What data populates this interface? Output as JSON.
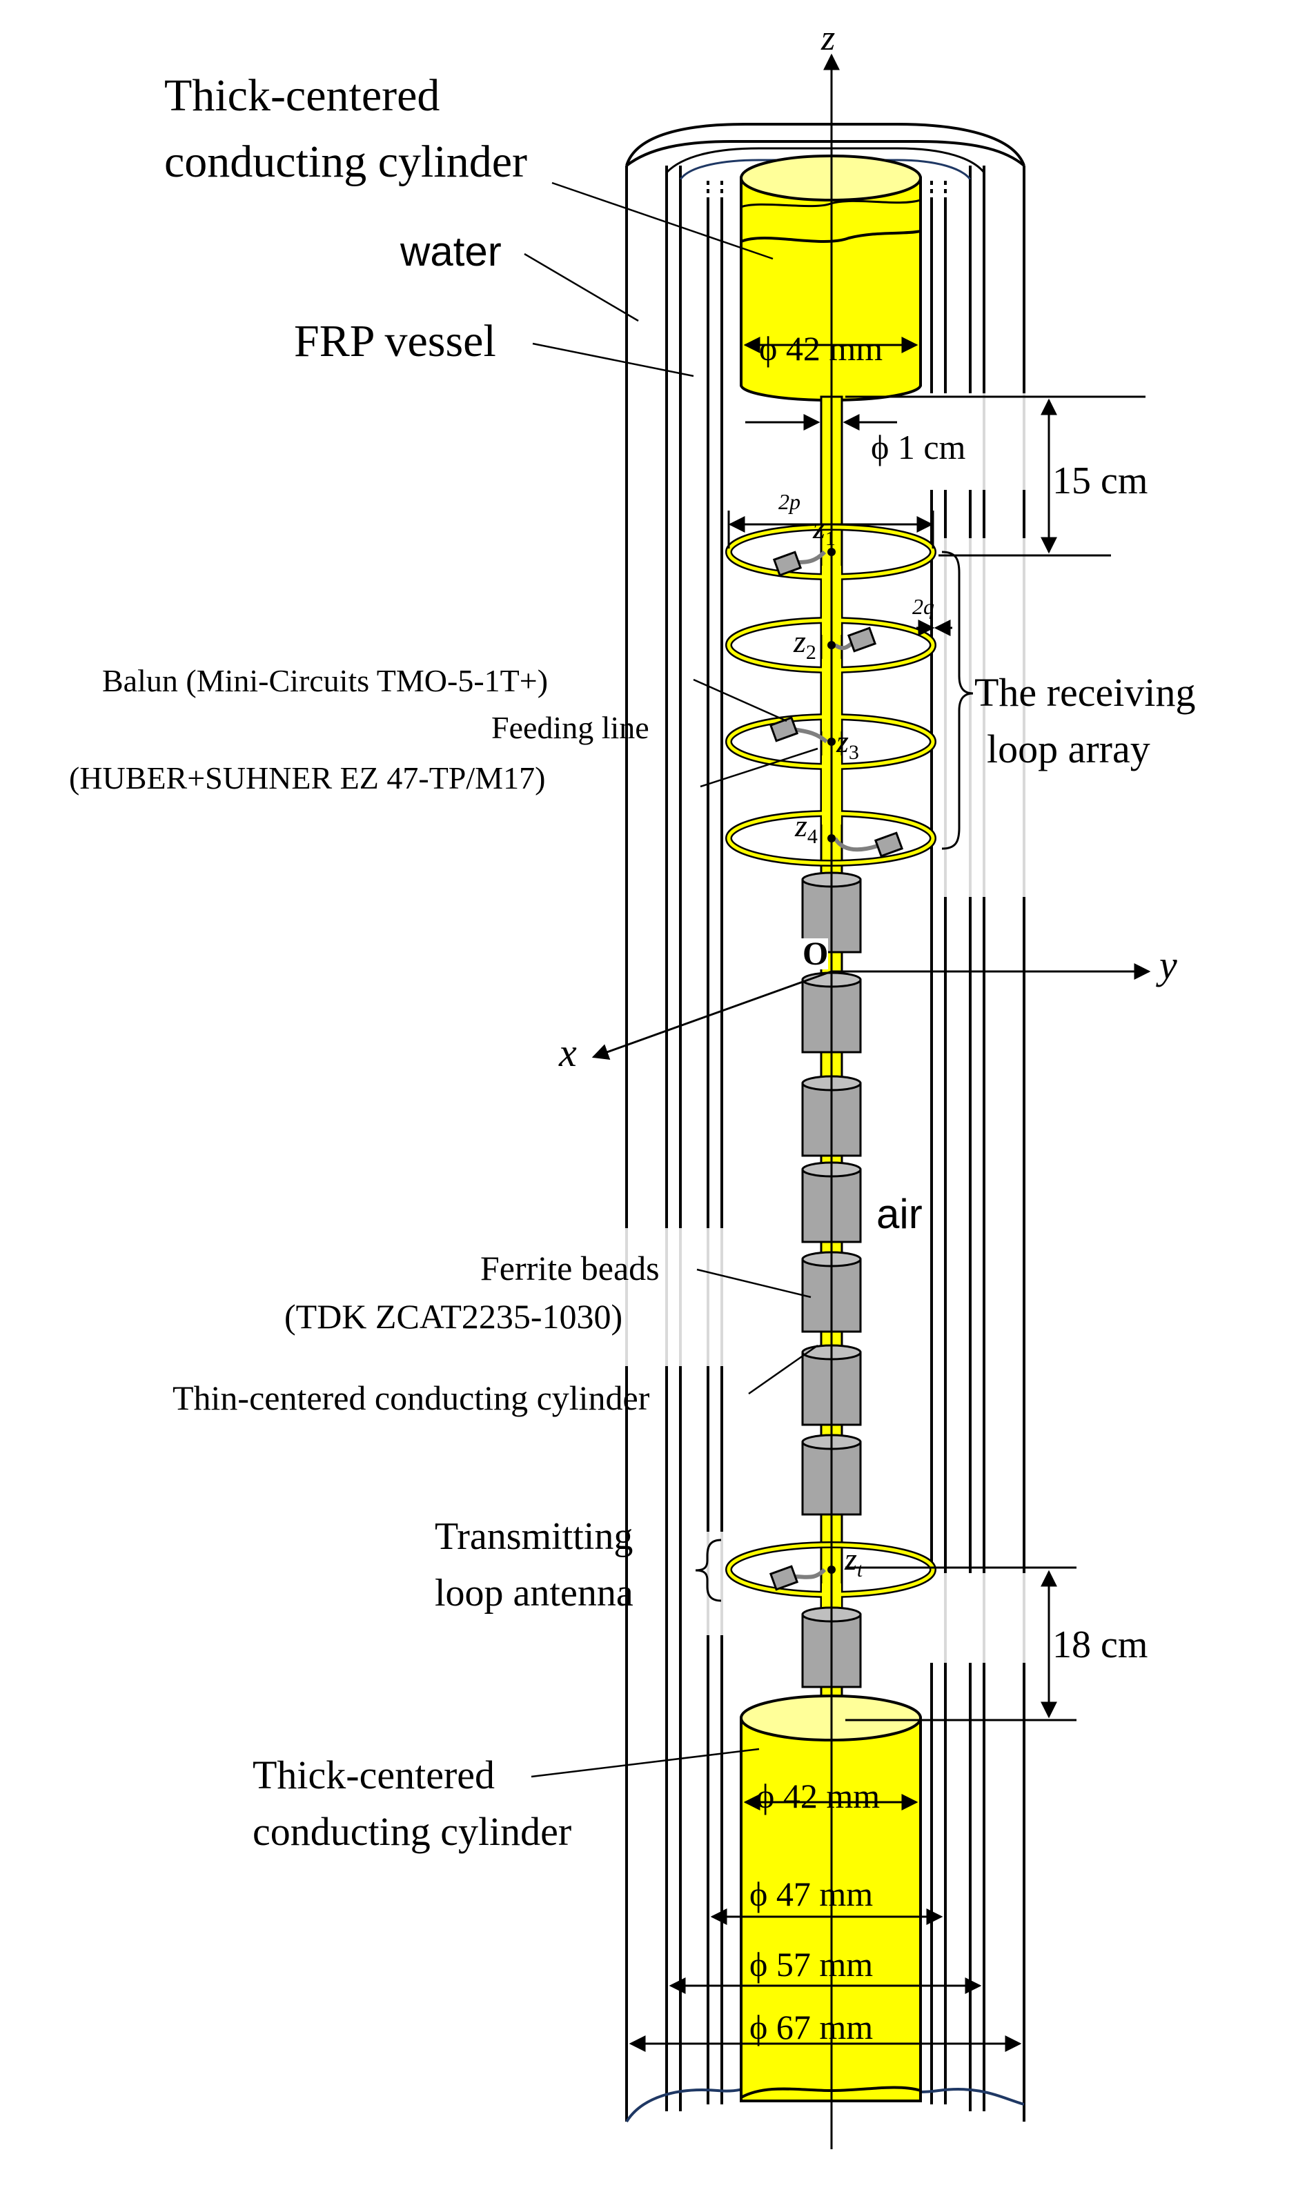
{
  "colors": {
    "conductor": "#ffff00",
    "conductor_light": "#ffff99",
    "bead": "#a6a6a6",
    "bead_dark": "#7f7f7f",
    "line": "#000000",
    "vessel_top": "#1f3864"
  },
  "axes": {
    "z": "z",
    "y": "y",
    "x": "x",
    "origin": "O"
  },
  "labels": {
    "thick_cyl_top_1": "Thick-centered",
    "thick_cyl_top_2": "conducting cylinder",
    "water": "water",
    "frp": "FRP vessel",
    "air": "air",
    "balun": "Balun (Mini-Circuits TMO-5-1T+)",
    "feed_1": "Feeding line",
    "feed_2": "(HUBER+SUHNER EZ 47-TP/M17)",
    "recv_1": "The receiving",
    "recv_2": "loop array",
    "ferrite_1": "Ferrite beads",
    "ferrite_2": "(TDK ZCAT2235-1030)",
    "thin_cyl": "Thin-centered conducting cylinder",
    "tx_1": "Transmitting",
    "tx_2": "loop antenna",
    "thick_cyl_bot_1": "Thick-centered",
    "thick_cyl_bot_2": "conducting cylinder"
  },
  "dimensions": {
    "d42_top": "ϕ 42 mm",
    "d1cm": "ϕ 1 cm",
    "h15": "15 cm",
    "two_p": "2p",
    "two_q": "2q",
    "h18": "18 cm",
    "d42_bot": "ϕ 42 mm",
    "d47": "ϕ 47 mm",
    "d57": "ϕ 57 mm",
    "d67": "ϕ 67 mm"
  },
  "loops": {
    "z1": "z",
    "z1_sub": "1",
    "z2": "z",
    "z2_sub": "2",
    "z3": "z",
    "z3_sub": "3",
    "z4": "z",
    "z4_sub": "4",
    "zt": "z",
    "zt_sub": "t"
  }
}
